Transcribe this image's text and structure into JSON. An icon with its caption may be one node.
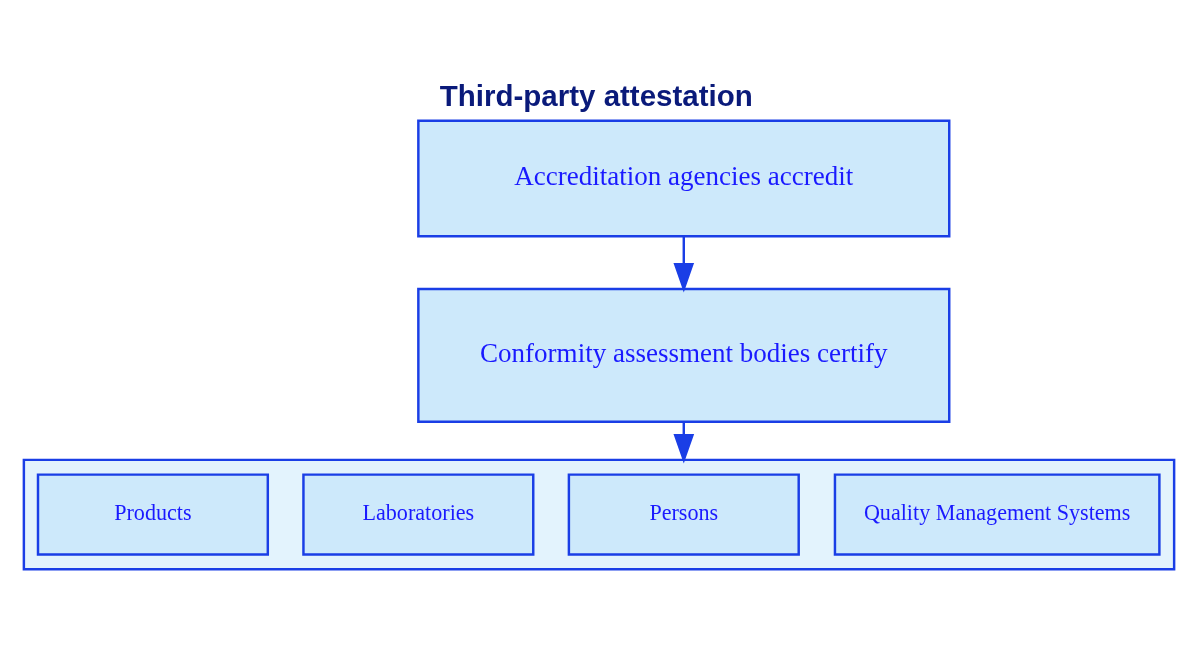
{
  "diagram": {
    "title": "Third-party attestation",
    "nodes": [
      {
        "text": [
          "Accreditation agencies accredit"
        ]
      },
      {
        "text": [
          "Conformity assessment bodies certify"
        ]
      },
      {
        "text": [],
        "shape": "box"
      },
      {
        "text": [
          "Products"
        ],
        "in": 2
      },
      {
        "text": [
          "Laboratories"
        ],
        "in": 2
      },
      {
        "text": [
          "Persons"
        ],
        "in": 2
      },
      {
        "text": [
          "Quality Management Systems"
        ],
        "in": 2
      }
    ],
    "edges": [
      {
        "from": 0,
        "to": 1,
        "arrow": "to"
      },
      {
        "from": 1,
        "to": 2,
        "arrow": "to"
      }
    ]
  }
}
